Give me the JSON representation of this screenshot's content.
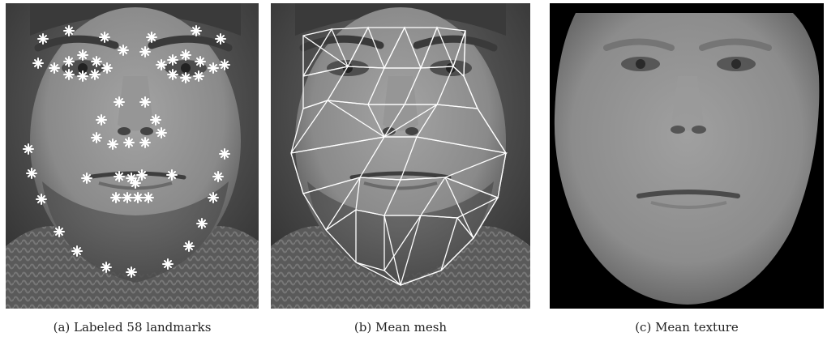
{
  "figures": [
    {
      "id": "a",
      "caption": "(a)  Labeled 58 landmarks"
    },
    {
      "id": "b",
      "caption": "(b)  Mean mesh"
    },
    {
      "id": "c",
      "caption": "(c)  Mean texture"
    }
  ],
  "colors": {
    "landmark_marker": "#ffffff",
    "mesh_line": "#ffffff",
    "background": "#000000"
  }
}
